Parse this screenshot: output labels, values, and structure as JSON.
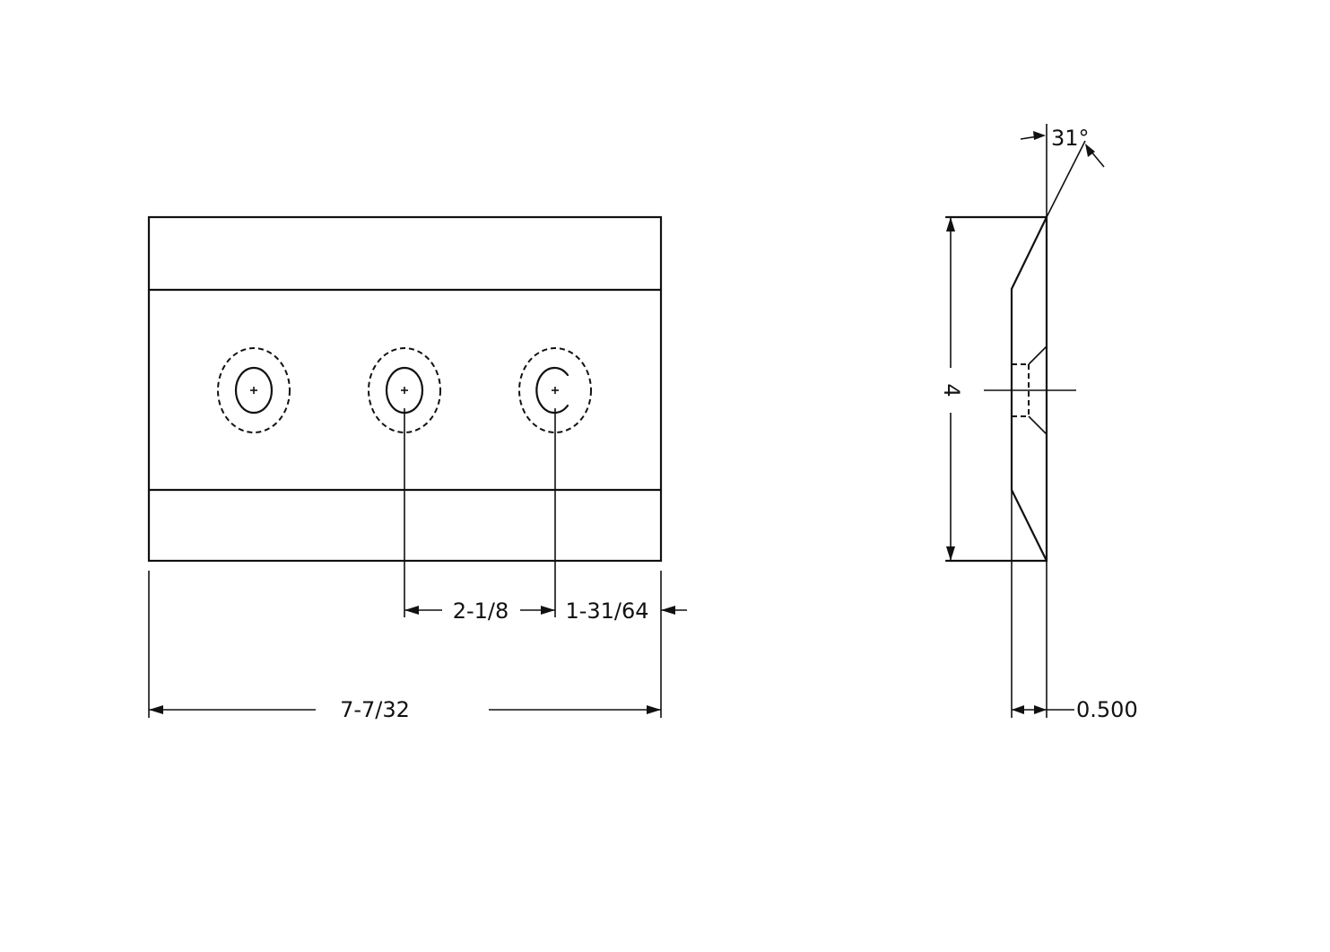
{
  "drawing": {
    "front_view": {
      "hole_count": 3,
      "dimensions": {
        "overall_width": "7-7/32",
        "hole_spacing": "2-1/8",
        "edge_to_hole": "1-31/64"
      }
    },
    "side_view": {
      "dimensions": {
        "height": "4",
        "thickness": "0.500",
        "bevel_angle": "31°"
      }
    }
  }
}
